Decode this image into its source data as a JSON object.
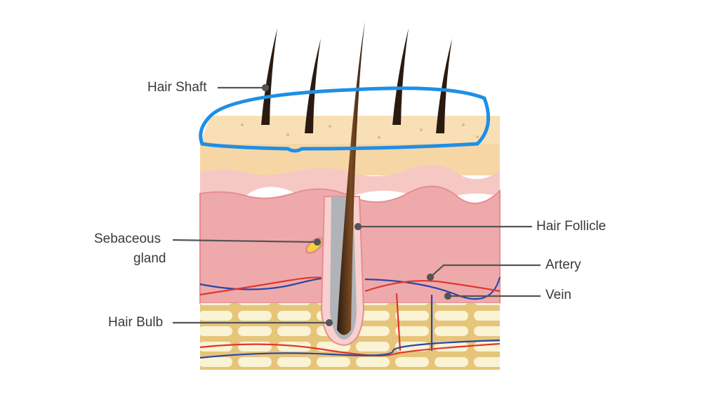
{
  "title": "Hair structure diagram",
  "labels": {
    "hair_shaft": "Hair Shaft",
    "hair_follicle": "Hair Follicle",
    "sebaceous_line1": "Sebaceous",
    "sebaceous_line2": "gland",
    "artery": "Artery",
    "vein": "Vein",
    "hair_bulb": "Hair Bulb"
  },
  "colors": {
    "highlight": "#1e8fe6",
    "epidermis": "#f7d9a8",
    "dermis": "#eea9aa",
    "fat": "#e8c97c",
    "artery": "#e0362c",
    "vein": "#2b46a8",
    "hair": "#3a2418"
  }
}
